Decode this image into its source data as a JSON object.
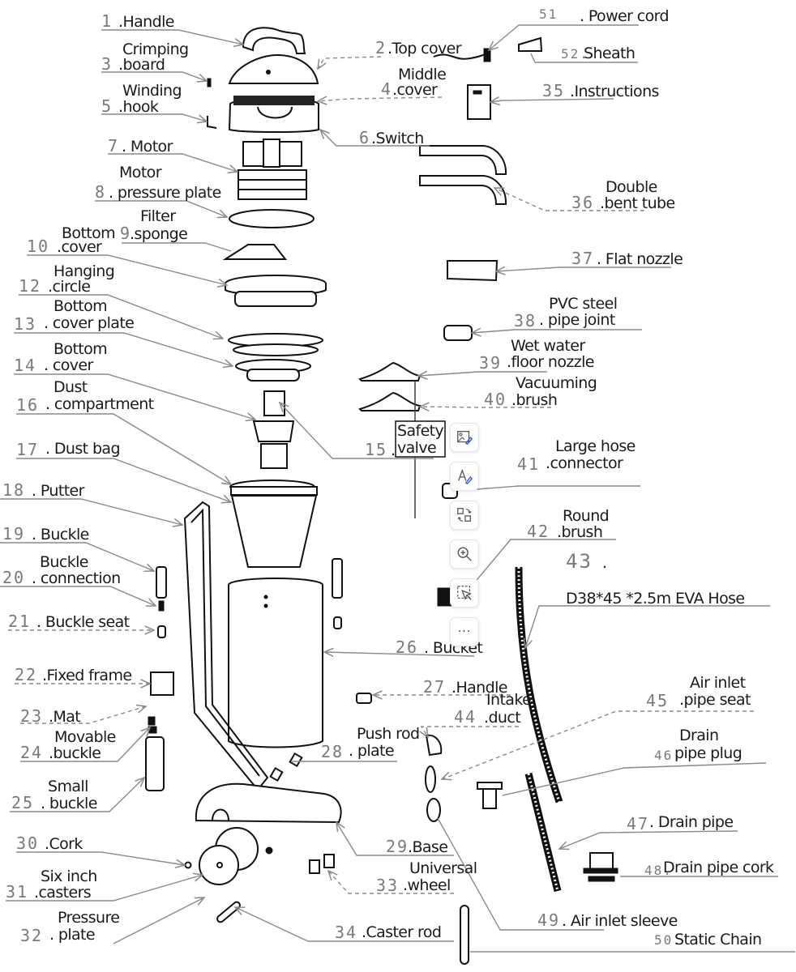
{
  "diagram": {
    "title": "Vacuum cleaner exploded parts diagram",
    "parts": [
      {
        "num": "1",
        "name": "Handle"
      },
      {
        "num": "2",
        "name": "Top cover"
      },
      {
        "num": "3",
        "name": "Crimping board"
      },
      {
        "num": "4",
        "name": "Middle cover"
      },
      {
        "num": "5",
        "name": "Winding hook"
      },
      {
        "num": "6",
        "name": "Switch"
      },
      {
        "num": "7",
        "name": "Motor"
      },
      {
        "num": "8",
        "name": "Motor pressure plate"
      },
      {
        "num": "9",
        "name": "Filter sponge"
      },
      {
        "num": "10",
        "name": "Bottom cover"
      },
      {
        "num": "12",
        "name": "Hanging circle"
      },
      {
        "num": "13",
        "name": "Bottom cover plate"
      },
      {
        "num": "14",
        "name": "Bottom cover"
      },
      {
        "num": "15",
        "name": "Safety valve"
      },
      {
        "num": "16",
        "name": "Dust compartment"
      },
      {
        "num": "17",
        "name": "Dust bag"
      },
      {
        "num": "18",
        "name": "Putter"
      },
      {
        "num": "19",
        "name": "Buckle"
      },
      {
        "num": "20",
        "name": "Buckle connection"
      },
      {
        "num": "21",
        "name": "Buckle seat"
      },
      {
        "num": "22",
        "name": "Fixed frame"
      },
      {
        "num": "23",
        "name": "Mat"
      },
      {
        "num": "24",
        "name": "Movable buckle"
      },
      {
        "num": "25",
        "name": "Small buckle"
      },
      {
        "num": "26",
        "name": "Bucket"
      },
      {
        "num": "27",
        "name": "Handle"
      },
      {
        "num": "28",
        "name": "Push rod plate"
      },
      {
        "num": "29",
        "name": "Base"
      },
      {
        "num": "30",
        "name": "Cork"
      },
      {
        "num": "31",
        "name": "Six inch casters"
      },
      {
        "num": "32",
        "name": "Pressure plate"
      },
      {
        "num": "33",
        "name": "Universal wheel"
      },
      {
        "num": "34",
        "name": "Caster rod"
      },
      {
        "num": "35",
        "name": "Instructions"
      },
      {
        "num": "36",
        "name": "Double bent tube"
      },
      {
        "num": "37",
        "name": "Flat nozzle"
      },
      {
        "num": "38",
        "name": "PVC steel pipe joint"
      },
      {
        "num": "39",
        "name": "Wet water floor nozzle"
      },
      {
        "num": "40",
        "name": "Vacuuming brush"
      },
      {
        "num": "41",
        "name": "Large hose connector"
      },
      {
        "num": "42",
        "name": "Round brush"
      },
      {
        "num": "43",
        "name": "D38*45 *2.5m EVA Hose"
      },
      {
        "num": "44",
        "name": "Intake duct"
      },
      {
        "num": "45",
        "name": "Air inlet pipe seat"
      },
      {
        "num": "46",
        "name": "Drain pipe plug"
      },
      {
        "num": "47",
        "name": "Drain pipe"
      },
      {
        "num": "48",
        "name": "Drain pipe cork"
      },
      {
        "num": "49",
        "name": "Air inlet sleeve"
      },
      {
        "num": "50",
        "name": "Static Chain"
      },
      {
        "num": "51",
        "name": "Power cord"
      },
      {
        "num": "52",
        "name": "Sheath"
      }
    ],
    "labels": {
      "l1": {
        "num": "1",
        "text": ".Handle"
      },
      "l2": {
        "num": "2",
        "text": ".Top cover"
      },
      "l3a": "Crimping",
      "l3": {
        "num": "3",
        "text": ".board"
      },
      "l4a": "Middle",
      "l4": {
        "num": "4",
        "text": ".cover"
      },
      "l5a": "Winding",
      "l5": {
        "num": "5",
        "text": ".hook"
      },
      "l6": {
        "num": "6",
        "text": ".Switch"
      },
      "l7": {
        "num": "7",
        "text": ". Motor"
      },
      "l8a": "Motor",
      "l8": {
        "num": "8",
        "text": ". pressure plate"
      },
      "l9a": "Filter",
      "l9": {
        "num": "9",
        "text": " .sponge"
      },
      "l10a": "Bottom",
      "l10": {
        "num": "10",
        "text": ".cover"
      },
      "l12a": "Hanging",
      "l12": {
        "num": "12",
        "text": ".circle"
      },
      "l13a": "Bottom",
      "l13": {
        "num": "13",
        "text": ". cover plate"
      },
      "l14a": "Bottom",
      "l14": {
        "num": "14",
        "text": ". cover"
      },
      "l15a": "Safety",
      "l15b": "valve",
      "l15": {
        "num": "15",
        "text": "."
      },
      "l16a": "Dust",
      "l16": {
        "num": "16",
        "text": ". compartment"
      },
      "l17": {
        "num": "17",
        "text": ". Dust bag"
      },
      "l18": {
        "num": "18",
        "text": ". Putter"
      },
      "l19": {
        "num": "19",
        "text": ". Buckle"
      },
      "l20a": "Buckle",
      "l20": {
        "num": "20",
        "text": ". connection"
      },
      "l21": {
        "num": "21",
        "text": ". Buckle seat"
      },
      "l22": {
        "num": "22",
        "text": ".Fixed frame"
      },
      "l23": {
        "num": "23",
        "text": ".Mat"
      },
      "l24a": "Movable",
      "l24": {
        "num": "24",
        "text": ".buckle"
      },
      "l25a": "Small",
      "l25": {
        "num": "25",
        "text": ". buckle"
      },
      "l26": {
        "num": "26",
        "text": ". Bucket"
      },
      "l27": {
        "num": "27",
        "text": ".Handle"
      },
      "l28a": "Push rod",
      "l28": {
        "num": "28",
        "text": ". plate"
      },
      "l29": {
        "num": "29",
        "text": ".Base"
      },
      "l30": {
        "num": "30",
        "text": ".Cork"
      },
      "l31a": "Six inch",
      "l31": {
        "num": "31",
        "text": ".casters"
      },
      "l32a": "Pressure",
      "l32": {
        "num": "32",
        "text": ". plate"
      },
      "l33a": "Universal",
      "l33": {
        "num": "33",
        "text": ".wheel"
      },
      "l34": {
        "num": "34",
        "text": ".Caster rod"
      },
      "l35": {
        "num": "35",
        "text": ".Instructions"
      },
      "l36a": "Double",
      "l36": {
        "num": "36",
        "text": ".bent tube"
      },
      "l37": {
        "num": "37",
        "text": ". Flat nozzle"
      },
      "l38a": "PVC steel",
      "l38": {
        "num": "38",
        "text": ". pipe joint"
      },
      "l39a": "Wet water",
      "l39": {
        "num": "39",
        "text": ".floor nozzle"
      },
      "l40a": "Vacuuming",
      "l40": {
        "num": "40",
        "text": ".brush"
      },
      "l41a": "Large hose",
      "l41": {
        "num": "41",
        "text": ".connector"
      },
      "l42a": "Round",
      "l42": {
        "num": "42",
        "text": ".brush"
      },
      "l43": {
        "num": "43",
        "text": "."
      },
      "l43b": "D38*45 *2.5m EVA Hose",
      "l44a": "Intake",
      "l44": {
        "num": "44",
        "text": ".duct"
      },
      "l45a": "Air inlet",
      "l45": {
        "num": "45",
        "text": ".pipe seat"
      },
      "l46a": "Drain",
      "l46": {
        "num": "46.",
        "text": " pipe plug"
      },
      "l47": {
        "num": "47",
        "text": ". Drain pipe"
      },
      "l48": {
        "num": "48.",
        "text": " Drain pipe cork"
      },
      "l49": {
        "num": "49",
        "text": ". Air inlet sleeve"
      },
      "l50": {
        "num": "50.",
        "text": " Static Chain"
      },
      "l51": {
        "num": "51",
        "text": ". Power cord"
      },
      "l52": {
        "num": "52.",
        "text": "Sheath"
      }
    }
  },
  "toolbar": {
    "buttons": [
      {
        "icon": "edit-image-icon",
        "label": "Edit image"
      },
      {
        "icon": "edit-text-icon",
        "label": "Edit text"
      },
      {
        "icon": "convert-icon",
        "label": "Convert"
      },
      {
        "icon": "zoom-in-icon",
        "label": "Zoom in"
      },
      {
        "icon": "smart-select-icon",
        "label": "Smart select"
      },
      {
        "icon": "more-icon",
        "label": "More",
        "glyph": "···"
      }
    ],
    "accent": "#3b5bdb"
  }
}
